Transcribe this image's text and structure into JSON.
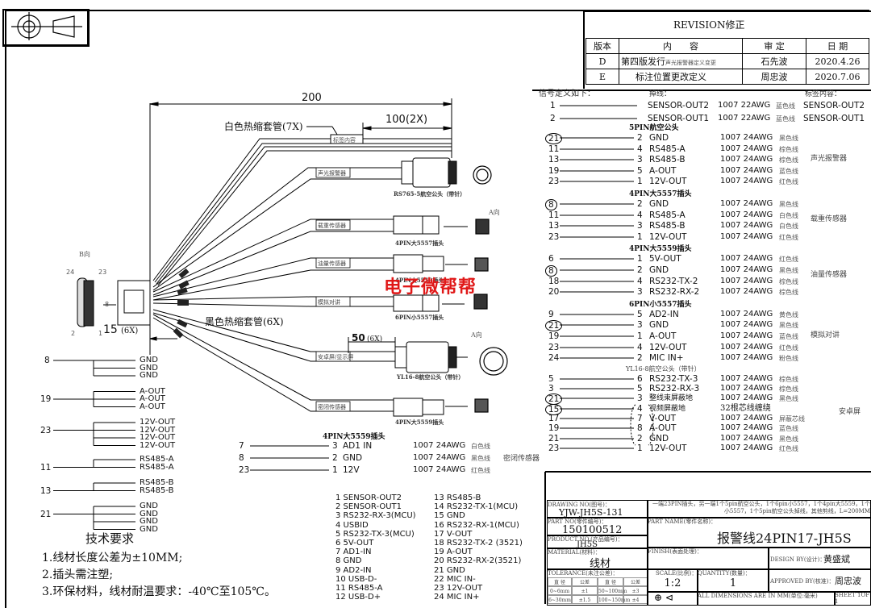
{
  "revision": {
    "title": "REVISION修正",
    "headers": [
      "版本",
      "内　　容",
      "审 定",
      "日 期"
    ],
    "rows": [
      {
        "ver": "D",
        "content": "第四版发行",
        "note": "声光报警器定义变更",
        "approver": "石先波",
        "date": "2020.4.26"
      },
      {
        "ver": "E",
        "content": "标注位置更改定义",
        "note": "",
        "approver": "周忠波",
        "date": "2020.7.06"
      }
    ]
  },
  "dimensions": {
    "overall": "200",
    "label_offset": "100(2X)",
    "heat_white": "白色热缩套管(7X)",
    "label_box": "标签内容",
    "heat_black": "黑色热缩套管(6X)",
    "left_15": "15",
    "left_15_x": "(6X)",
    "d50": "50",
    "d50_x": "(6X)",
    "b_view": "B向",
    "a_view": "A向",
    "pin8": "8",
    "pin24": "24",
    "pin23": "23",
    "pin2": "2",
    "pin1": "1"
  },
  "branches": [
    {
      "label": "声光报警器",
      "connector": "RS765-5航空公头（带针）"
    },
    {
      "label": "载重传感器",
      "connector": "4PIN大5557插头"
    },
    {
      "label": "油量传感器",
      "connector": "4PIN大5559插头"
    },
    {
      "label": "模拟对讲",
      "connector": "6PIN小5557插头"
    },
    {
      "label": "安卓屏/显示屏",
      "connector": "YL16-8航空公头（带针）"
    },
    {
      "label": "密闭传感器",
      "connector": "4PIN大5559插头"
    }
  ],
  "watermark": "电子微帮帮",
  "signal_def": {
    "title": "信号定义如下：",
    "wire_hdr": "掉线：",
    "tag_hdr": "标签内容：",
    "top": [
      {
        "pin": "1",
        "name": "SENSOR-OUT2",
        "spec": "1007  22AWG",
        "color": "蓝色线",
        "tag": "SENSOR-OUT2"
      },
      {
        "pin": "2",
        "name": "SENSOR-OUT1",
        "spec": "1007  22AWG",
        "color": "蓝色线",
        "tag": "SENSOR-OUT1"
      }
    ],
    "groups": [
      {
        "header": "5PIN航空公头",
        "device": "声光报警器",
        "rows": [
          {
            "src": "21",
            "circled": true,
            "pin": "2",
            "name": "GND",
            "spec": "1007  24AWG",
            "color": "黑色线"
          },
          {
            "src": "11",
            "pin": "4",
            "name": "RS485-A",
            "spec": "1007  24AWG",
            "color": "棕色线"
          },
          {
            "src": "13",
            "pin": "3",
            "name": "RS485-B",
            "spec": "1007  24AWG",
            "color": "棕色线"
          },
          {
            "src": "19",
            "pin": "5",
            "name": "A-OUT",
            "spec": "1007  24AWG",
            "color": "蓝色线"
          },
          {
            "src": "23",
            "pin": "1",
            "name": "12V-OUT",
            "spec": "1007  24AWG",
            "color": "红色线"
          }
        ]
      },
      {
        "header": "4PIN大5557插头",
        "device": "载重传感器",
        "rows": [
          {
            "src": "8",
            "circled": true,
            "pin": "2",
            "name": "GND",
            "spec": "1007  24AWG",
            "color": "黑色线"
          },
          {
            "src": "11",
            "pin": "4",
            "name": "RS485-A",
            "spec": "1007  24AWG",
            "color": "白色线"
          },
          {
            "src": "13",
            "pin": "3",
            "name": "RS485-B",
            "spec": "1007  24AWG",
            "color": "白色线"
          },
          {
            "src": "23",
            "pin": "1",
            "name": "12V-OUT",
            "spec": "1007  24AWG",
            "color": "红色线"
          }
        ]
      },
      {
        "header": "4PIN大5559插头",
        "device": "油量传感器",
        "rows": [
          {
            "src": "6",
            "pin": "1",
            "name": "5V-OUT",
            "spec": "1007  24AWG",
            "color": "红色线"
          },
          {
            "src": "8",
            "circled": true,
            "pin": "2",
            "name": "GND",
            "spec": "1007  24AWG",
            "color": "黑色线"
          },
          {
            "src": "18",
            "pin": "4",
            "name": "RS232-TX-2",
            "spec": "1007  24AWG",
            "color": "棕色线"
          },
          {
            "src": "20",
            "pin": "3",
            "name": "RS232-RX-2",
            "spec": "1007  24AWG",
            "color": "棕色线"
          }
        ]
      },
      {
        "header": "6PIN小5557插头",
        "device": "模拟对讲",
        "rows": [
          {
            "src": "9",
            "pin": "5",
            "name": "AD2-IN",
            "spec": "1007  24AWG",
            "color": "黄色线"
          },
          {
            "src": "21",
            "circled": true,
            "pin": "3",
            "name": "GND",
            "spec": "1007  24AWG",
            "color": "黑色线"
          },
          {
            "src": "19",
            "pin": "1",
            "name": "A-OUT",
            "spec": "1007  24AWG",
            "color": "蓝色线"
          },
          {
            "src": "23",
            "pin": "4",
            "name": "12V-OUT",
            "spec": "1007  24AWG",
            "color": "红色线"
          },
          {
            "src": "24",
            "pin": "2",
            "name": "MIC  IN+",
            "spec": "1007  24AWG",
            "color": "粉色线"
          }
        ]
      },
      {
        "header": "YL16-8航空公头（带针）",
        "device": "安卓屏",
        "rows": [
          {
            "src": "5",
            "pin": "6",
            "name": "RS232-TX-3",
            "spec": "1007  24AWG",
            "color": "棕色线"
          },
          {
            "src": "3",
            "pin": "5",
            "name": "RS232-RX-3",
            "spec": "1007  24AWG",
            "color": "棕色线"
          },
          {
            "src": "21",
            "circled": true,
            "pin": "3",
            "name": "整线束屏蔽地",
            "spec": "1007  24AWG",
            "color": "黑色线"
          },
          {
            "src": "15",
            "circled": true,
            "pin": "4",
            "name": "视频屏蔽地",
            "spec": "32根芯线缠绕",
            "color": ""
          },
          {
            "src": "17",
            "pin": "7",
            "name": "V-OUT",
            "spec": "1007  24AWG",
            "color": "屏蔽芯线"
          },
          {
            "src": "19",
            "pin": "8",
            "name": "A-OUT",
            "spec": "1007  24AWG",
            "color": "蓝色线"
          },
          {
            "src": "21",
            "pin": "2",
            "name": "GND",
            "spec": "1007  24AWG",
            "color": "黑色线"
          },
          {
            "src": "23",
            "pin": "1",
            "name": "12V-OUT",
            "spec": "1007  24AWG",
            "color": "红色线"
          }
        ]
      }
    ]
  },
  "seal_sensor": {
    "header": "4PIN大5559插头",
    "device": "密闭传感器",
    "rows": [
      {
        "src": "7",
        "pin": "3",
        "name": "AD1  IN",
        "spec": "1007  24AWG",
        "color": "白色线"
      },
      {
        "src": "8",
        "pin": "2",
        "name": "GND",
        "spec": "1007  24AWG",
        "color": "黑色线"
      },
      {
        "src": "23",
        "pin": "1",
        "name": "12V",
        "spec": "1007  24AWG",
        "color": "红色线"
      }
    ]
  },
  "splices": [
    {
      "src": "8",
      "outs": [
        "GND",
        "GND",
        "GND"
      ]
    },
    {
      "src": "19",
      "outs": [
        "A-OUT",
        "A-OUT",
        "A-OUT"
      ]
    },
    {
      "src": "23",
      "outs": [
        "12V-OUT",
        "12V-OUT",
        "12V-OUT",
        "12V-OUT"
      ]
    },
    {
      "src": "11",
      "outs": [
        "RS485-A",
        "RS485-A"
      ]
    },
    {
      "src": "13",
      "outs": [
        "RS485-B",
        "RS485-B"
      ]
    },
    {
      "src": "21",
      "outs": [
        "GND",
        "GND",
        "GND",
        "GND"
      ]
    }
  ],
  "pinout": {
    "col1": [
      "1  SENSOR-OUT2",
      "2  SENSOR-OUT1",
      "3  RS232-RX-3(MCU)",
      "4  USBID",
      "5  RS232-TX-3(MCU)",
      "6  5V-OUT",
      "7  AD1-IN",
      "8  GND",
      "9  AD2-IN",
      "10 USB-D-",
      "11 RS485-A",
      "12 USB-D+"
    ],
    "col2": [
      "13 RS485-B",
      "14 RS232-TX-1(MCU)",
      "15 GND",
      "16 RS232-RX-1(MCU)",
      "17 V-OUT",
      "18 RS232-TX-2 (3521)",
      "19 A-OUT",
      "20 RS232-RX-2(3521)",
      "21 GND",
      "22 MIC IN-",
      "23 12V-OUT",
      "24 MIC IN+"
    ]
  },
  "tech_req": {
    "title": "技术要求",
    "items": [
      "1.线材长度公差为±10MM;",
      "2.插头需注塑;",
      "3.环保材料，线材耐温要求：-40℃至105℃。"
    ]
  },
  "title_block": {
    "drawing_no_label": "DRAWING NO(图号)：",
    "drawing_no": "YJW-JH5S-131",
    "desc": "一端23PIN插头，另一端1个5pin航空公头，1个6pin小5557，1个4pin大5559，1个小5557，1个5pin航空公头掉线，其他剪线，L=200MM",
    "part_no_label": "PART NO(零件编号)：",
    "part_no": "150100512",
    "product_no_label": "PRODUCT NO.(产品编号)：",
    "product_no": "JH5S",
    "part_name_label": "PART NAME(零件名称)：",
    "part_name": "报警线24PIN17-JH5S",
    "material_label": "MATERIAL(材料)：",
    "material": "线材",
    "finish_label": "FINISH(表面处理)：",
    "design_label": "DESIGN BY(设计)：",
    "designer": "黄盛斌",
    "tolerance_label": "TOLERANCE(未注公差)：",
    "tol_headers": [
      "直 径",
      "公差",
      "直 径",
      "公差"
    ],
    "tol_rows": [
      [
        "0~6mm",
        "±1",
        "50~100mm",
        "±3"
      ],
      [
        "6~30mm",
        "±1.5",
        "100~150mm",
        "±4"
      ]
    ],
    "scale_label": "SCALE(比例)：",
    "scale": "1:2",
    "qty_label": "QUANTITY(数量)：",
    "qty": "1",
    "approved_label": "APPROVED BY(核准)：",
    "approver": "周忠波",
    "units_note": "ALL DIMENSIONS ARE IN MM(单位:毫米)",
    "sheet": "SHEET 1OF 1"
  }
}
